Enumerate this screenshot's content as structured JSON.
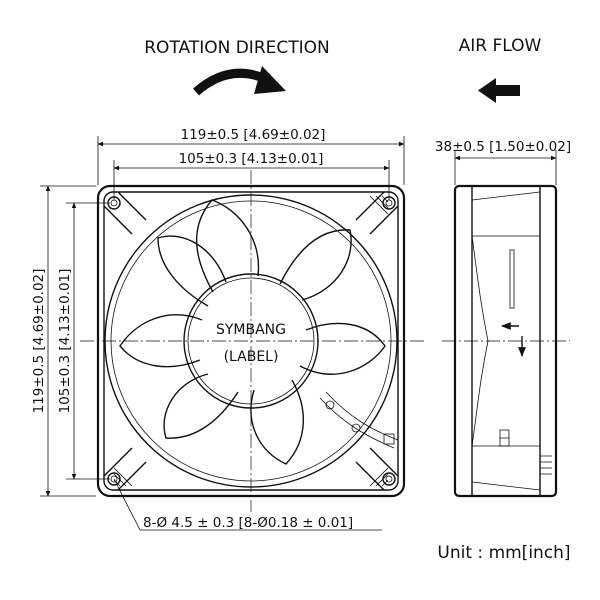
{
  "headings": {
    "rotation": "ROTATION DIRECTION",
    "airflow": "AIR FLOW"
  },
  "dimensions": {
    "overall_width": "119±0.5 [4.69±0.02]",
    "hole_spacing_width": "105±0.3 [4.13±0.01]",
    "overall_height": "119±0.5 [4.69±0.02]",
    "hole_spacing_height": "105±0.3 [4.13±0.01]",
    "depth": "38±0.5 [1.50±0.02]",
    "mounting_holes": "8-Ø 4.5 ± 0.3 [8-Ø0.18 ± 0.01]"
  },
  "fan_label": {
    "brand": "SYMBANG",
    "label": "(LABEL)"
  },
  "unit": "Unit : mm[inch]",
  "icons": [
    "rotation-arrow-icon",
    "airflow-arrow-icon"
  ],
  "colors": {
    "ink": "#111111",
    "background": "#ffffff"
  }
}
